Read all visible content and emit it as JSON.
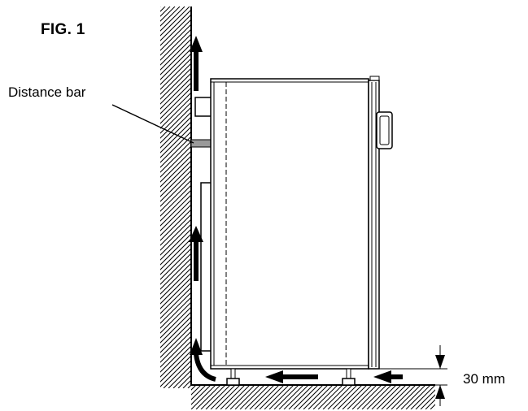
{
  "figure": {
    "title": "FIG. 1",
    "callout_label": "Distance bar",
    "dimension_label": "30 mm"
  },
  "colors": {
    "line": "#000000",
    "background": "#ffffff",
    "bar_fill": "#9a9a9a"
  }
}
